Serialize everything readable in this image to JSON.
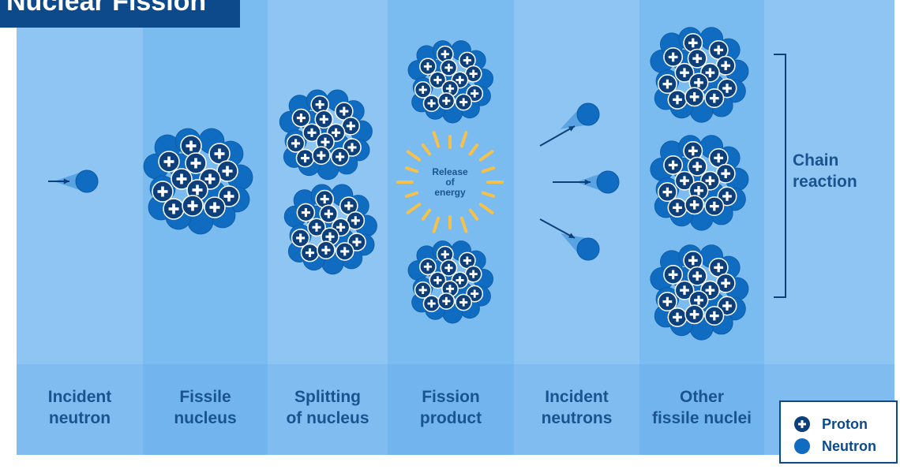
{
  "title": "Nuclear Fission",
  "columns": [
    {
      "line1": "Incident",
      "line2": "neutron"
    },
    {
      "line1": "Fissile",
      "line2": "nucleus"
    },
    {
      "line1": "Splitting",
      "line2": "of nucleus"
    },
    {
      "line1": "Fission",
      "line2": "product"
    },
    {
      "line1": "Incident",
      "line2": "neutrons"
    },
    {
      "line1": "Other",
      "line2": "fissile nuclei"
    }
  ],
  "energy": {
    "line1": "Release",
    "line2": "of",
    "line3": "energy"
  },
  "chain_reaction": {
    "line1": "Chain",
    "line2": "reaction"
  },
  "legend": {
    "proton": "Proton",
    "neutron": "Neutron"
  },
  "icons": {
    "proton": "proton-icon",
    "neutron": "neutron-icon"
  },
  "colors": {
    "title_bg": "#0d4a8c",
    "neutron": "#0f6cc0",
    "proton": "#0d3f7a",
    "text": "#1a5490",
    "energy_ray": "#f6c14a"
  }
}
